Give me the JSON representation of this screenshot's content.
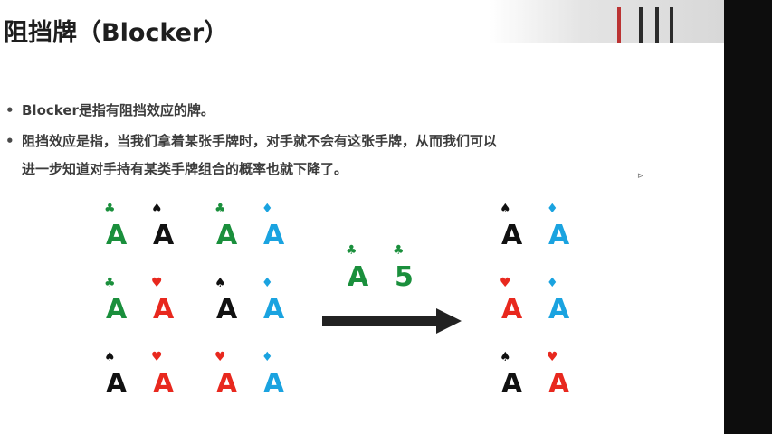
{
  "title": "阻挡牌（Blocker）",
  "bullets": [
    "Blocker是指有阻挡效应的牌。",
    "阻挡效应是指，当我们拿着某张手牌时，对手就不会有这张手牌，从而我们可以",
    "进一步知道对手持有某类手牌组合的概率也就下降了。"
  ],
  "bullet_symbol": "•",
  "colors": {
    "club": "#1a8f3c",
    "spade": "#111111",
    "heart": "#e8281e",
    "diamond": "#1aa3e0",
    "arrow": "#222222"
  },
  "left_combos": [
    [
      {
        "rank": "A",
        "suit": "♣",
        "suit_name": "club"
      },
      {
        "rank": "A",
        "suit": "♠",
        "suit_name": "spade"
      }
    ],
    [
      {
        "rank": "A",
        "suit": "♣",
        "suit_name": "club"
      },
      {
        "rank": "A",
        "suit": "♦",
        "suit_name": "diamond"
      }
    ],
    [
      {
        "rank": "A",
        "suit": "♣",
        "suit_name": "club"
      },
      {
        "rank": "A",
        "suit": "♥",
        "suit_name": "heart"
      }
    ],
    [
      {
        "rank": "A",
        "suit": "♠",
        "suit_name": "spade"
      },
      {
        "rank": "A",
        "suit": "♦",
        "suit_name": "diamond"
      }
    ],
    [
      {
        "rank": "A",
        "suit": "♠",
        "suit_name": "spade"
      },
      {
        "rank": "A",
        "suit": "♥",
        "suit_name": "heart"
      }
    ],
    [
      {
        "rank": "A",
        "suit": "♥",
        "suit_name": "heart"
      },
      {
        "rank": "A",
        "suit": "♦",
        "suit_name": "diamond"
      }
    ]
  ],
  "blocker_hand": [
    {
      "rank": "A",
      "suit": "♣",
      "suit_name": "club"
    },
    {
      "rank": "5",
      "suit": "♣",
      "suit_name": "club"
    }
  ],
  "right_combos": [
    [
      {
        "rank": "A",
        "suit": "♠",
        "suit_name": "spade"
      },
      {
        "rank": "A",
        "suit": "♦",
        "suit_name": "diamond"
      }
    ],
    [
      {
        "rank": "A",
        "suit": "♥",
        "suit_name": "heart"
      },
      {
        "rank": "A",
        "suit": "♦",
        "suit_name": "diamond"
      }
    ],
    [
      {
        "rank": "A",
        "suit": "♠",
        "suit_name": "spade"
      },
      {
        "rank": "A",
        "suit": "♥",
        "suit_name": "heart"
      }
    ]
  ]
}
